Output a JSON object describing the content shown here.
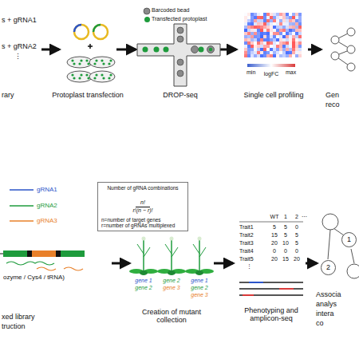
{
  "diagram": {
    "nodes": [
      {
        "text": [
          "Number of gRNA combinations",
          "n!",
          "r!(n − r)!",
          "n=number of target genes",
          "r=number of gRNAs multiplexed"
        ]
      },
      {
        "text": [
          "1"
        ]
      },
      {
        "text": [
          "2"
        ]
      }
    ],
    "labels": [
      "s + gRNA1",
      "s + gRNA2",
      "⋮",
      "rary",
      "Protoplast transfection",
      "DROP-seq",
      "min",
      "max",
      "logFC",
      "Single cell profiling",
      "Gen",
      "reco",
      "gRNA1",
      "gRNA2",
      "gRNA3",
      "ozyme / Cys4 / tRNA)",
      "xed library",
      "truction",
      "gene 1",
      "gene 2",
      "gene 2",
      "gene 3",
      "gene 1",
      "gene 2",
      "gene 3",
      "Creation of mutant collection",
      "WT",
      "1",
      "2",
      "⋯",
      "Trait1",
      "5",
      "5",
      "0",
      "Trait2",
      "15",
      "5",
      "5",
      "Trait3",
      "20",
      "10",
      "5",
      "Trait4",
      "0",
      "0",
      "0",
      "Trait5",
      "20",
      "15",
      "20",
      "⋮",
      "Phenotyping and amplicon-seq",
      "Associa",
      "analys",
      "intera",
      "co"
    ],
    "legend": [
      {
        "text": "Barcoded bead"
      },
      {
        "text": "Transfected protoplast",
        "color": "#1e9b3c"
      }
    ]
  }
}
